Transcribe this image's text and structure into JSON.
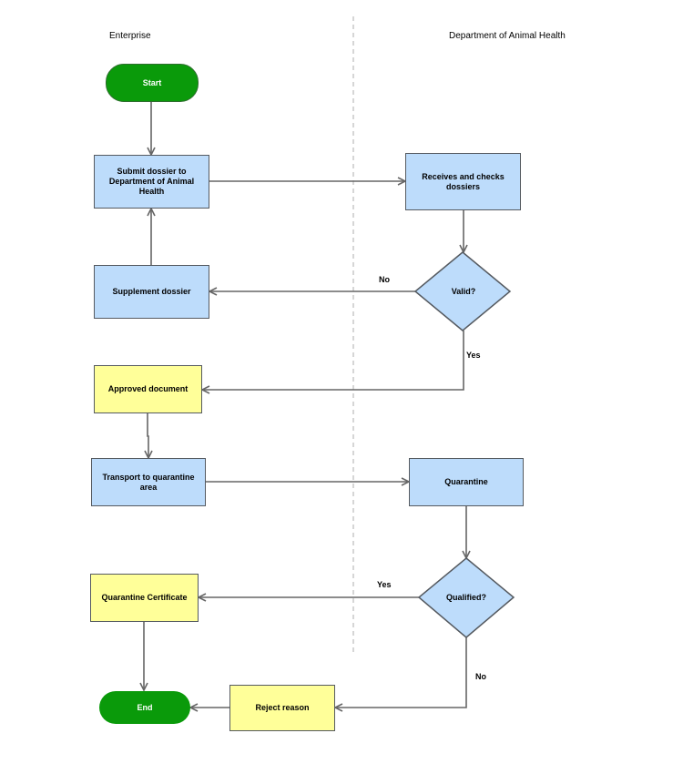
{
  "lanes": {
    "left": "Enterprise",
    "right": "Department of Animal Health"
  },
  "nodes": {
    "start": "Start",
    "submit": "Submit dossier to Department of Animal Health",
    "receives": "Receives and checks dossiers",
    "valid": "Valid?",
    "supplement": "Supplement dossier",
    "approved": "Approved document",
    "transport": "Transport to quarantine area",
    "quarantine": "Quarantine",
    "qualified": "Qualified?",
    "certificate": "Quarantine Certificate",
    "end": "End",
    "reject": "Reject reason"
  },
  "edge_labels": {
    "valid_no": "No",
    "valid_yes": "Yes",
    "qualified_yes": "Yes",
    "qualified_no": "No"
  },
  "colors": {
    "process": "#bddcfb",
    "document": "#ffff99",
    "terminal": "#0a9a0a",
    "connector": "#666666",
    "lane_divider": "#bbbbbb"
  }
}
